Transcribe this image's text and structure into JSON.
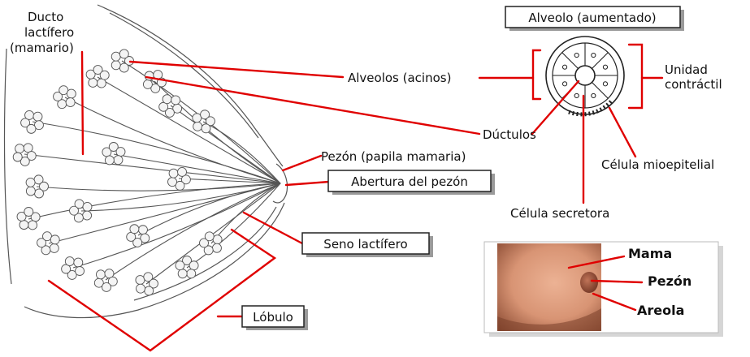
{
  "labels": {
    "ducto": [
      "Ducto",
      "lactífero",
      "(mamario)"
    ],
    "alveolo_aumentado": "Alveolo (aumentado)",
    "alveolos_acinos": "Alveolos (acinos)",
    "unidad_contractil": [
      "Unidad",
      "contráctil"
    ],
    "ductulos": "Dúctulos",
    "pezon_papila": "Pezón (papila mamaria)",
    "celula_mioepitelial": "Célula mioepitelial",
    "abertura_pezon": "Abertura del pezón",
    "celula_secretora": "Célula secretora",
    "seno_lactifero": "Seno lactífero",
    "lobulo": "Lóbulo",
    "mama": "Mama",
    "pezon": "Pezón",
    "areola": "Areola"
  },
  "colors": {
    "leader": "#e00000",
    "line_art": "#555555",
    "photo_skin": "#d89474",
    "photo_shadow": "#8a4a32"
  }
}
